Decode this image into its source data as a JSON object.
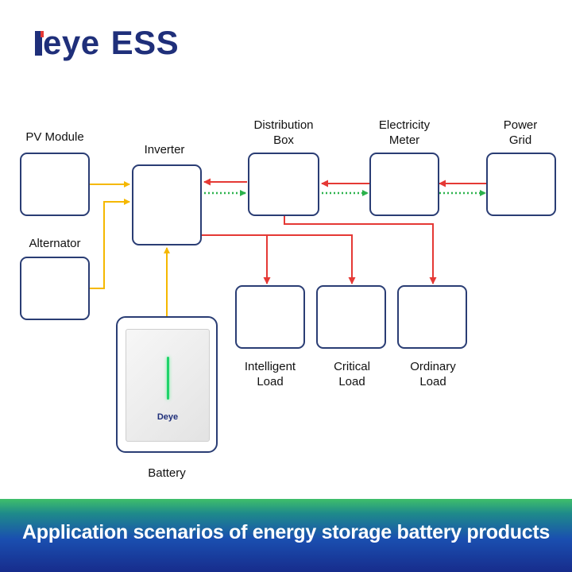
{
  "logo": {
    "brand": "eye",
    "suffix": "ESS"
  },
  "nodes": {
    "pv_module": "PV Module",
    "alternator": "Alternator",
    "inverter": "Inverter",
    "battery": "Battery",
    "distribution_box": [
      "Distribution",
      "Box"
    ],
    "electricity_meter": [
      "Electricity",
      "Meter"
    ],
    "power_grid": [
      "Power",
      "Grid"
    ],
    "intelligent_load": [
      "Intelligent",
      "Load"
    ],
    "critical_load": [
      "Critical",
      "Load"
    ],
    "ordinary_load": [
      "Ordinary",
      "Load"
    ]
  },
  "battery_brand": "Deye",
  "footer": "Application scenarios of energy storage battery products",
  "colors": {
    "border": "#2a3d74",
    "brand_blue": "#1f2f7a",
    "dc_line": "#f5b800",
    "ac_line": "#e53935",
    "return_line": "#2bb24c"
  },
  "icons": [
    "solar-panel-icon",
    "sun-icon",
    "generator-icon",
    "inverter-icon",
    "battery-icon",
    "distribution-box-icon",
    "electric-meter-icon",
    "power-tower-icon",
    "ev-charger-icon",
    "desktop-computer-icon",
    "house-icon"
  ]
}
